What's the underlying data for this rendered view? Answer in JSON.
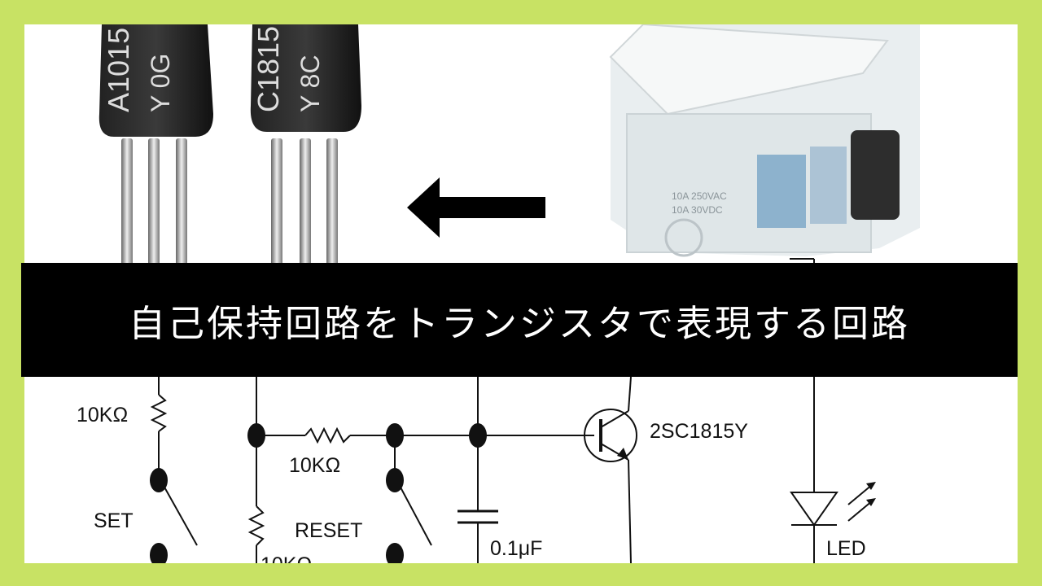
{
  "banner": {
    "title": "自己保持回路をトランジスタで表現する回路"
  },
  "photos": {
    "transistor_left_marking": [
      "A1015",
      "Y 0G"
    ],
    "transistor_right_marking": [
      "C1815",
      "Y 8C"
    ],
    "relay_marking": [
      "10A 250VAC",
      "10A 30VDC"
    ]
  },
  "schematic": {
    "resistor_label_1": "10KΩ",
    "resistor_label_2": "10KΩ",
    "resistor_label_3": "10KΩ",
    "switch_set_label": "SET",
    "switch_reset_label": "RESET",
    "capacitor_label": "0.1μF",
    "transistor_label": "2SC1815Y",
    "led_label": "LED"
  },
  "colors": {
    "frame": "#c8e264",
    "banner_bg": "#000000",
    "banner_text": "#ffffff"
  }
}
